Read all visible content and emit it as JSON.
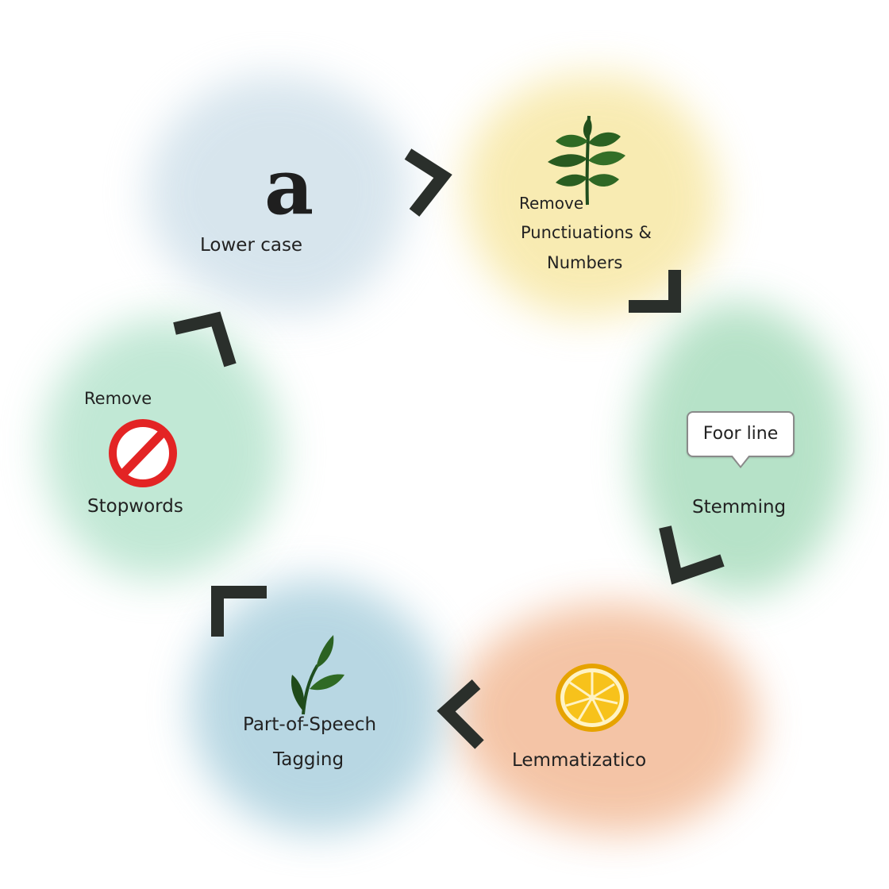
{
  "steps": {
    "lower_case": {
      "label": "Lower case",
      "glyph": "a",
      "icon": "letter-a-icon",
      "color": "#cfe0ea"
    },
    "punctuation": {
      "line1": "Remove",
      "line2": "Punctiuations &",
      "line3": "Numbers",
      "icon": "plant-leaves-icon",
      "color": "#f7e7a2"
    },
    "stemming": {
      "label": "Stemming",
      "bubble": "Foor line",
      "icon": "speech-bubble-icon",
      "color": "#a7dcbc"
    },
    "lemmatization": {
      "label": "Lemmatizatico",
      "icon": "lemon-slice-icon",
      "color": "#f2b893"
    },
    "pos_tagging": {
      "line1": "Part-of-Speech",
      "line2": "Tagging",
      "icon": "sprout-icon",
      "color": "#a9cfdd"
    },
    "stopwords": {
      "line1": "Remove",
      "line2": "Stopwords",
      "icon": "prohibited-icon",
      "color": "#b4e3cc"
    }
  },
  "arrow_color": "#2a2f2b"
}
